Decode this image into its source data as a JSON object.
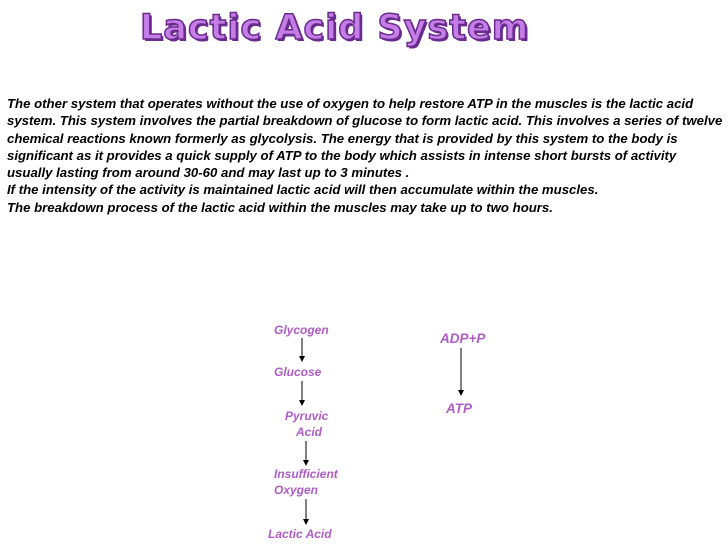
{
  "title": "Lactic Acid System",
  "paragraphs": [
    "The other system that operates without the use of oxygen to help restore ATP in the muscles is the lactic acid system. This system involves the partial breakdown of glucose to form lactic acid. This involves a series of twelve chemical reactions known formerly as glycolysis. The energy that is provided by this system to the body is significant as it provides a quick supply of ATP to the body which assists in intense short bursts of activity usually lasting from around 30-60 and may last up to 3 minutes .",
    "If the intensity of the activity is maintained lactic acid will then accumulate within the muscles.",
    "The breakdown process of the lactic acid within the muscles may take up to two hours."
  ],
  "flow_left": {
    "glycogen": "Glycogen",
    "glucose": "Glucose",
    "pyruvic_line1": "Pyruvic",
    "pyruvic_line2": "Acid",
    "insufficient_line1": "Insufficient",
    "insufficient_line2": "Oxygen",
    "lactic_acid": "Lactic Acid"
  },
  "flow_right": {
    "adp": "ADP+P",
    "atp": "ATP"
  },
  "colors": {
    "title_fill": "#c47ee6",
    "title_outline": "#6a2a8e",
    "flow_text": "#b05cc8",
    "body_text": "#000000"
  }
}
